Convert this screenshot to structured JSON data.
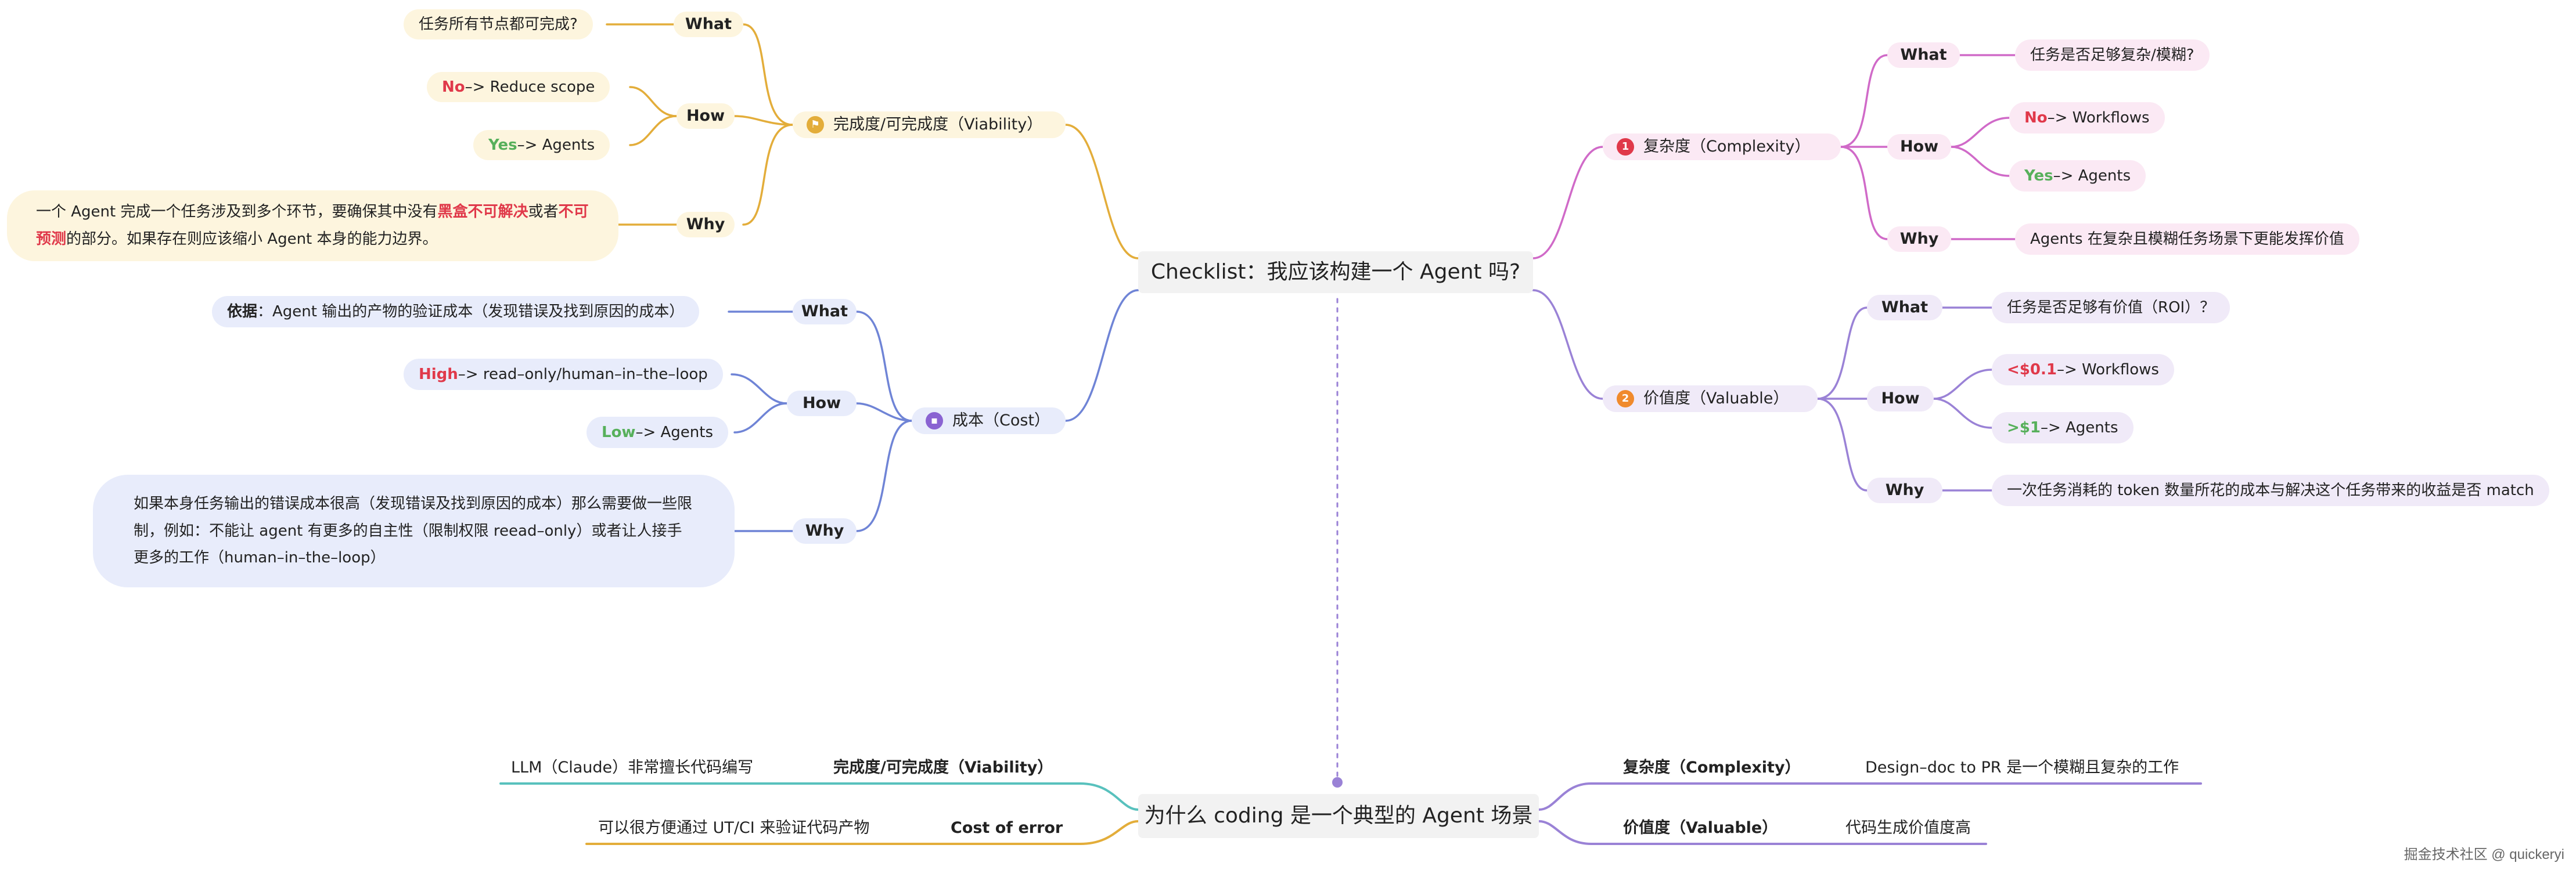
{
  "colors": {
    "yellow": "#e3ad3a",
    "pink": "#d06ac8",
    "blue": "#6f84d6",
    "violet": "#9a82d6",
    "teal": "#58c1bd",
    "red_text": "#e0394a",
    "green_text": "#57b05b"
  },
  "center": {
    "title": "Checklist：我应该构建一个 Agent 吗?"
  },
  "viability": {
    "badge": "⚑",
    "title": "完成度/可完成度（Viability）",
    "what_label": "What",
    "what_text": "任务所有节点都可完成?",
    "how_label": "How",
    "how_no_key": "No",
    "how_no_rest": " –> Reduce scope",
    "how_yes_key": "Yes",
    "how_yes_rest": " –> Agents",
    "why_label": "Why",
    "why_t1": "一个 Agent 完成一个任务涉及到多个环节，要确保其中没有",
    "why_t2": "黑盒不可解决",
    "why_t3": "或者",
    "why_t4": "不可预测",
    "why_t5": "的部分。如果存在则应该缩小 Agent 本身的能力边界。"
  },
  "cost": {
    "badge": "▪",
    "title": "成本（Cost）",
    "what_label": "What",
    "what_key": "依据",
    "what_rest": "：Agent 输出的产物的验证成本（发现错误及找到原因的成本）",
    "how_label": "How",
    "how_high_key": "High",
    "how_high_rest": " –> read–only/human–in–the–loop",
    "how_low_key": "Low",
    "how_low_rest": " –> Agents",
    "why_label": "Why",
    "why_text": "如果本身任务输出的错误成本很高（发现错误及找到原因的成本）那么需要做一些限制，例如：不能让 agent 有更多的自主性（限制权限 reead–only）或者让人接手更多的工作（human–in–the–loop）"
  },
  "complexity": {
    "badge": "1",
    "title": "复杂度（Complexity）",
    "what_label": "What",
    "what_text": "任务是否足够复杂/模糊?",
    "how_label": "How",
    "how_no_key": "No",
    "how_no_rest": " –> Workflows",
    "how_yes_key": "Yes",
    "how_yes_rest": " –> Agents",
    "why_label": "Why",
    "why_text": "Agents 在复杂且模糊任务场景下更能发挥价值"
  },
  "valuable": {
    "badge": "2",
    "title": "价值度（Valuable）",
    "what_label": "What",
    "what_text": "任务是否足够有价值（ROI）？",
    "how_label": "How",
    "how_low_key": "<$0.1",
    "how_low_rest": " –> Workflows",
    "how_high_key": ">$1",
    "how_high_rest": " –> Agents",
    "why_label": "Why",
    "why_text": "一次任务消耗的 token 数量所花的成本与解决这个任务带来的收益是否 match"
  },
  "coding": {
    "title": "为什么 coding 是一个典型的 Agent 场景",
    "viability_label": "完成度/可完成度（Viability）",
    "viability_text": "LLM（Claude）非常擅长代码编写",
    "cost_label": "Cost of error",
    "cost_text": "可以很方便通过 UT/CI 来验证代码产物",
    "complexity_label": "复杂度（Complexity）",
    "complexity_text": "Design–doc to PR 是一个模糊且复杂的工作",
    "valuable_label": "价值度（Valuable）",
    "valuable_text": "代码生成价值度高"
  },
  "watermark": "掘金技术社区 @ quickeryi"
}
